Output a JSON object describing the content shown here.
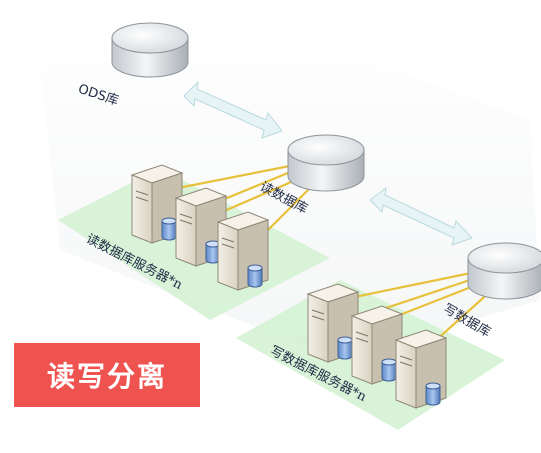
{
  "diagram": {
    "ods_label": "ODS库",
    "read_db_label": "读数据库",
    "write_db_label": "写数据库",
    "read_servers_label": "读数据库服务器*n",
    "write_servers_label": "写数据库服务器*n"
  },
  "tag": {
    "label": "读写分离",
    "bg_color": "#ef5350",
    "text_color": "#ffffff"
  },
  "colors": {
    "platform": "#d4f2d4",
    "connector": "#e8c13a",
    "arrow": "#cfe6ea",
    "disk_cap": "#d0d4d8",
    "disk_side": "#b7bcc1",
    "server_body": "#e6e0d2",
    "server_side": "#b9b1a0",
    "cylinder_blue": "#6e99d8"
  }
}
